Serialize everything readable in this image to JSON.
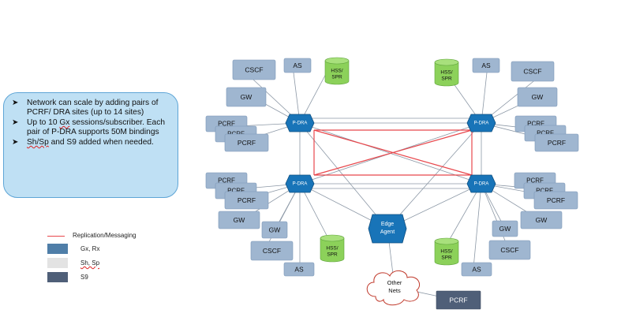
{
  "callout": {
    "bullets": [
      {
        "segments": [
          {
            "t": "Network can scale by adding pairs of PCRF/ DRA sites (up to 14 sites)"
          }
        ]
      },
      {
        "segments": [
          {
            "t": "Up to 10 "
          },
          {
            "t": "Gx",
            "sq": true
          },
          {
            "t": " sessions/subscriber. Each pair of P-DRA supports 50M bindings"
          }
        ]
      },
      {
        "segments": [
          {
            "t": "Sh/Sp",
            "sq": true
          },
          {
            "t": " and S9 added when needed."
          }
        ]
      }
    ]
  },
  "legend": {
    "replication_label": "Replication/Messaging",
    "items": [
      {
        "label": "Gx, Rx",
        "color": "#4f7ea8"
      },
      {
        "label": "Sh, Sp",
        "color": "#e3e3e3",
        "sq": true
      },
      {
        "label": "S9",
        "color": "#4f5f78"
      }
    ]
  },
  "diagram": {
    "colors": {
      "box": "#9fb6d0",
      "box_border": "#7a96b6",
      "dra": "#1874b8",
      "db": "#8cd15a",
      "replication": "#e8474c",
      "link": "#8c98a6",
      "pcrf_dark": "#4f5f78"
    },
    "dra_label": "P-DRA",
    "edge_agent": {
      "line1": "Edge",
      "line2": "Agent"
    },
    "cloud": {
      "line1": "Other",
      "line2": "Nets"
    },
    "labels": {
      "cscf": "CSCF",
      "as": "AS",
      "gw": "GW",
      "pcrf": "PCRF",
      "pcrf_clipped": "PCRF",
      "hss_line1": "HSS/",
      "hss_line2": "SPR"
    }
  }
}
